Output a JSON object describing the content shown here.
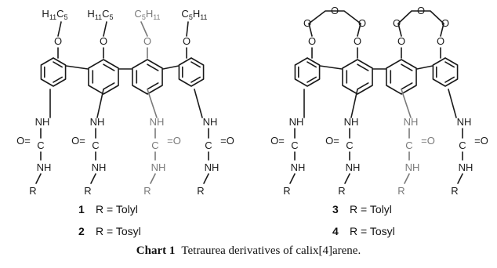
{
  "compounds": [
    {
      "ether_type": "alkyl",
      "upper_groups": [
        "H11C5",
        "H11C5",
        "C5H11",
        "C5H11"
      ],
      "variants": [
        {
          "number": "1",
          "r_def": "R = Tolyl"
        },
        {
          "number": "2",
          "r_def": "R = Tosyl"
        }
      ]
    },
    {
      "ether_type": "crown",
      "upper_groups": [],
      "variants": [
        {
          "number": "3",
          "r_def": "R = Tolyl"
        },
        {
          "number": "4",
          "r_def": "R = Tosyl"
        }
      ]
    }
  ],
  "atom_labels": {
    "oxygen": "O",
    "nh": "NH",
    "carbon": "C",
    "carbonyl": "O=",
    "carbonyl_r": "=O",
    "r_group": "R"
  },
  "caption": {
    "label": "Chart 1",
    "text": "Tetraurea derivatives of calix[4]arene."
  },
  "colors": {
    "ink": "#1a1a1a",
    "back_fragment": "#7a7a7a"
  }
}
